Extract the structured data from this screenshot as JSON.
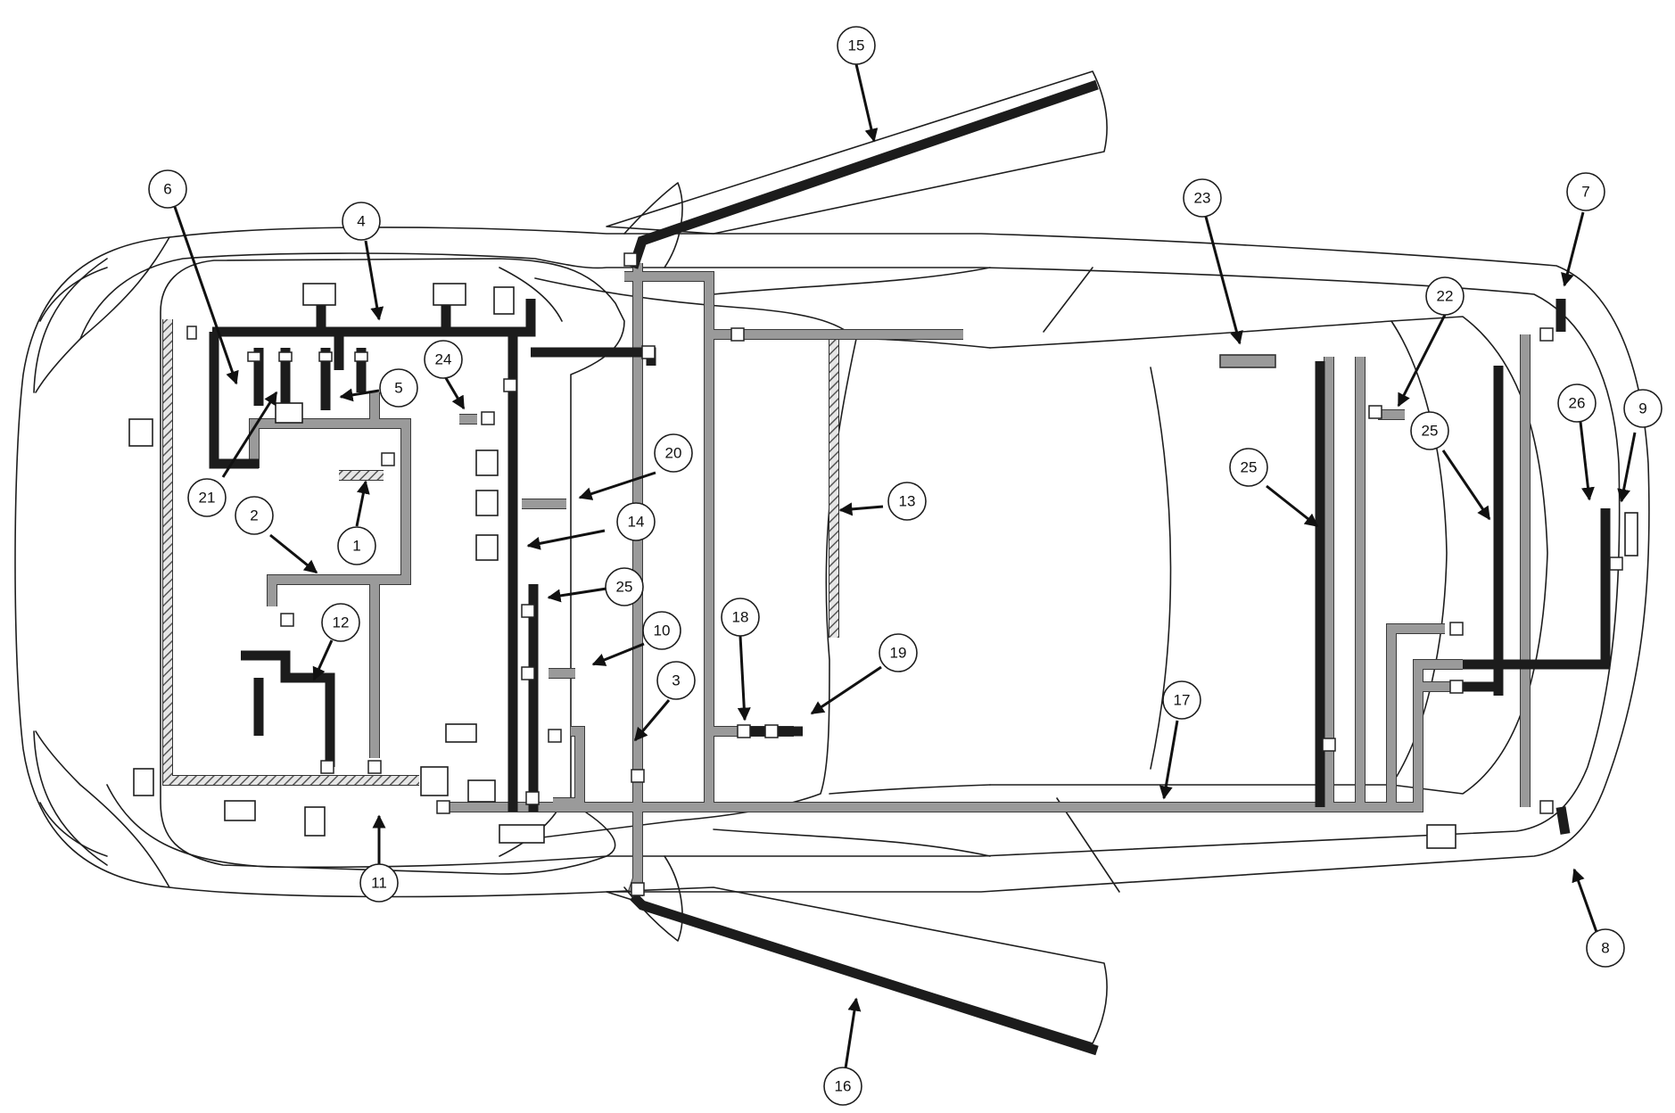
{
  "diagram": {
    "callouts": [
      {
        "id": "callout-1",
        "label": "1"
      },
      {
        "id": "callout-2",
        "label": "2"
      },
      {
        "id": "callout-3",
        "label": "3"
      },
      {
        "id": "callout-4",
        "label": "4"
      },
      {
        "id": "callout-5",
        "label": "5"
      },
      {
        "id": "callout-6",
        "label": "6"
      },
      {
        "id": "callout-7",
        "label": "7"
      },
      {
        "id": "callout-8",
        "label": "8"
      },
      {
        "id": "callout-9",
        "label": "9"
      },
      {
        "id": "callout-10",
        "label": "10"
      },
      {
        "id": "callout-11",
        "label": "11"
      },
      {
        "id": "callout-12",
        "label": "12"
      },
      {
        "id": "callout-13",
        "label": "13"
      },
      {
        "id": "callout-14",
        "label": "14"
      },
      {
        "id": "callout-15",
        "label": "15"
      },
      {
        "id": "callout-16",
        "label": "16"
      },
      {
        "id": "callout-17",
        "label": "17"
      },
      {
        "id": "callout-18",
        "label": "18"
      },
      {
        "id": "callout-19",
        "label": "19"
      },
      {
        "id": "callout-20",
        "label": "20"
      },
      {
        "id": "callout-21",
        "label": "21"
      },
      {
        "id": "callout-22",
        "label": "22"
      },
      {
        "id": "callout-23",
        "label": "23"
      },
      {
        "id": "callout-24",
        "label": "24"
      },
      {
        "id": "callout-25a",
        "label": "25"
      },
      {
        "id": "callout-25b",
        "label": "25"
      },
      {
        "id": "callout-25c",
        "label": "25"
      },
      {
        "id": "callout-26",
        "label": "26"
      }
    ],
    "colors": {
      "outline": "#1e1e1e",
      "harness_dark": "#1c1c1c",
      "harness_grey": "#9a9a9a",
      "harness_hatched": "#777777"
    }
  }
}
